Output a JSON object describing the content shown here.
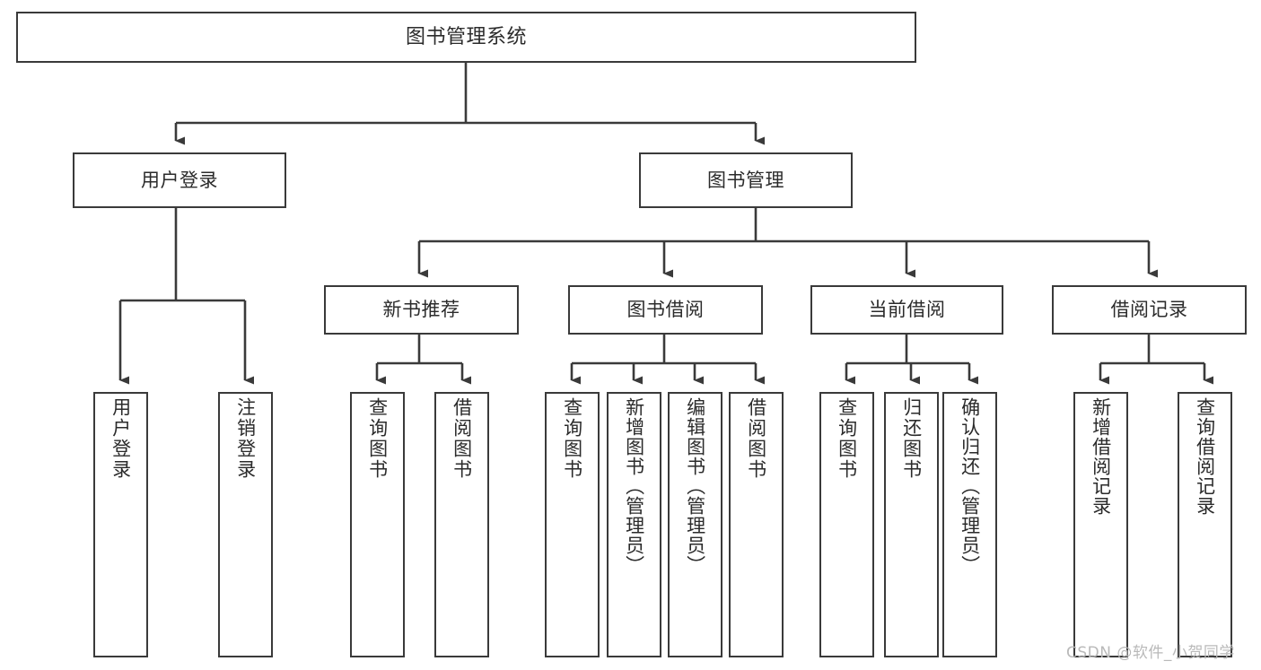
{
  "diagram": {
    "type": "tree-hierarchy",
    "title": "图书管理系统",
    "root": {
      "id": "root",
      "label": "图书管理系统"
    },
    "level1": [
      {
        "id": "user-login",
        "label": "用户登录"
      },
      {
        "id": "book-manage",
        "label": "图书管理"
      }
    ],
    "level2": [
      {
        "id": "new-book-recommend",
        "label": "新书推荐",
        "parent": "book-manage"
      },
      {
        "id": "book-borrow",
        "label": "图书借阅",
        "parent": "book-manage"
      },
      {
        "id": "current-borrow",
        "label": "当前借阅",
        "parent": "book-manage"
      },
      {
        "id": "borrow-record",
        "label": "借阅记录",
        "parent": "book-manage"
      }
    ],
    "leaves": [
      {
        "id": "leaf-user-login",
        "label": "用户登录",
        "parent": "user-login"
      },
      {
        "id": "leaf-logout-login",
        "label": "注销登录",
        "parent": "user-login"
      },
      {
        "id": "leaf-query-book-1",
        "label": "查询图书",
        "parent": "new-book-recommend"
      },
      {
        "id": "leaf-borrow-book-1",
        "label": "借阅图书",
        "parent": "new-book-recommend"
      },
      {
        "id": "leaf-query-book-2",
        "label": "查询图书",
        "parent": "book-borrow"
      },
      {
        "id": "leaf-add-book",
        "label": "新增图书（管理员）",
        "parent": "book-borrow"
      },
      {
        "id": "leaf-edit-book",
        "label": "编辑图书（管理员）",
        "parent": "book-borrow"
      },
      {
        "id": "leaf-borrow-book-2",
        "label": "借阅图书",
        "parent": "book-borrow"
      },
      {
        "id": "leaf-query-book-3",
        "label": "查询图书",
        "parent": "current-borrow"
      },
      {
        "id": "leaf-return-book",
        "label": "归还图书",
        "parent": "current-borrow"
      },
      {
        "id": "leaf-confirm-return",
        "label": "确认归还（管理员）",
        "parent": "current-borrow"
      },
      {
        "id": "leaf-add-record",
        "label": "新增借阅记录",
        "parent": "borrow-record"
      },
      {
        "id": "leaf-query-record",
        "label": "查询借阅记录",
        "parent": "borrow-record"
      }
    ]
  },
  "watermark": {
    "text": "CSDN @软件_小贺同学"
  },
  "colors": {
    "background": "#ffffff",
    "box_fill": "#ffffff",
    "box_border": "#3a3a3a",
    "connector": "#3a3a3a",
    "text": "#2b2b2b",
    "watermark": "#b9b9b9"
  }
}
